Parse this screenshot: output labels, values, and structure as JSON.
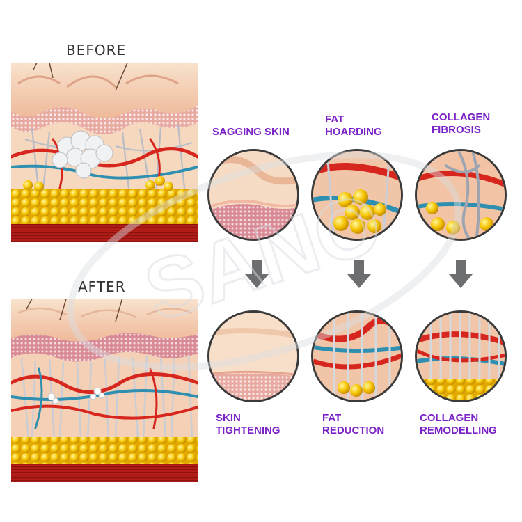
{
  "headings": {
    "before": "BEFORE",
    "after": "AFTER"
  },
  "colors": {
    "label": "#7b22c7",
    "skin": "#f2c9a8",
    "fat": "#f5c400",
    "vessel_red": "#d7261e",
    "vessel_blue": "#2f8fb0",
    "muscle": "#b8221c",
    "fiber": "#c9cdd6"
  },
  "labels": {
    "sagging_skin": "SAGGING SKIN",
    "fat_hoarding": "FAT\nHOARDING",
    "collagen_fibrosis": "COLLAGEN\nFIBROSIS",
    "skin_tightening": "SKIN\nTIGHTENING",
    "fat_reduction": "FAT\nREDUCTION",
    "collagen_remodelling": "COLLAGEN\nREMODELLING"
  },
  "watermark": {
    "text": "SANO"
  }
}
